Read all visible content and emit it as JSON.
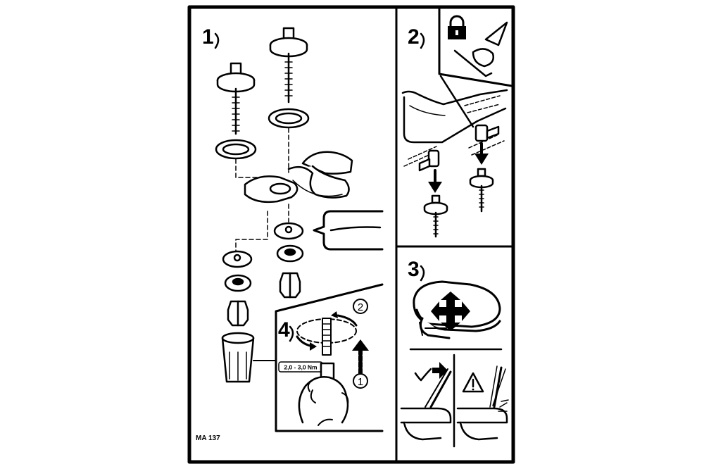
{
  "document_code": "MA 137",
  "torque": "2,0 - 3,0 Nm",
  "steps": [
    {
      "number": "1"
    },
    {
      "number": "2"
    },
    {
      "number": "3"
    },
    {
      "number": "4"
    }
  ],
  "sequence_markers": [
    "1",
    "2"
  ],
  "icons": {
    "lock": "padlock-icon",
    "warning": "warning-triangle-icon",
    "ok": "check-arrow-icon"
  },
  "colors": {
    "ink": "#000000",
    "paper": "#ffffff"
  }
}
